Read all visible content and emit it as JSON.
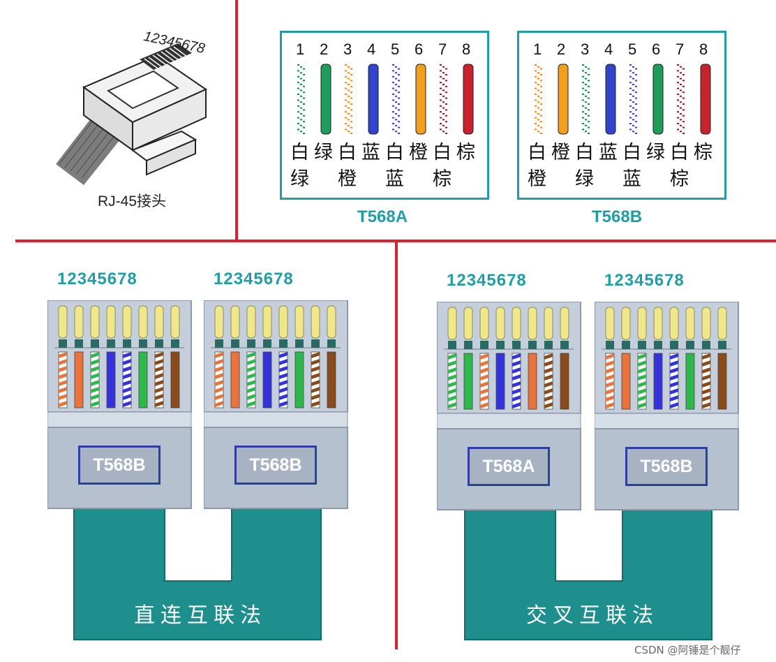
{
  "plug": {
    "pin_numbers": "12345678",
    "label": "RJ-45接头"
  },
  "standards": [
    {
      "title": "T568A",
      "pins": [
        "1",
        "2",
        "3",
        "4",
        "5",
        "6",
        "7",
        "8"
      ],
      "row1": [
        "白",
        "绿",
        "白",
        "蓝",
        "白",
        "橙",
        "白",
        "棕"
      ],
      "row2": [
        "绿",
        "橙",
        "蓝",
        "棕"
      ],
      "wires": [
        {
          "color": "#1a8a4a",
          "striped": true
        },
        {
          "color": "#1e9d5a",
          "striped": false
        },
        {
          "color": "#f08a1e",
          "striped": true
        },
        {
          "color": "#3344cc",
          "striped": false
        },
        {
          "color": "#3344cc",
          "striped": true
        },
        {
          "color": "#f0a01e",
          "striped": false
        },
        {
          "color": "#8b1d2a",
          "striped": true
        },
        {
          "color": "#c8232c",
          "striped": false
        }
      ]
    },
    {
      "title": "T568B",
      "pins": [
        "1",
        "2",
        "3",
        "4",
        "5",
        "6",
        "7",
        "8"
      ],
      "row1": [
        "白",
        "橙",
        "白",
        "蓝",
        "白",
        "绿",
        "白",
        "棕"
      ],
      "row2": [
        "橙",
        "绿",
        "蓝",
        "棕"
      ],
      "wires": [
        {
          "color": "#f08a1e",
          "striped": true
        },
        {
          "color": "#f0a01e",
          "striped": false
        },
        {
          "color": "#1a8a4a",
          "striped": true
        },
        {
          "color": "#3344cc",
          "striped": false
        },
        {
          "color": "#3344cc",
          "striped": true
        },
        {
          "color": "#1e9d5a",
          "striped": false
        },
        {
          "color": "#8b1d2a",
          "striped": true
        },
        {
          "color": "#c8232c",
          "striped": false
        }
      ]
    }
  ],
  "connections": [
    {
      "method": "直连互联法",
      "connectors": [
        {
          "pin_numbers": "12345678",
          "standard": "T568B",
          "wires": [
            [
              "#ffffff",
              "#e8743b"
            ],
            [
              "#e8743b",
              "#e8743b"
            ],
            [
              "#ffffff",
              "#2db84c"
            ],
            [
              "#3333dd",
              "#3333dd"
            ],
            [
              "#ffffff",
              "#3333dd"
            ],
            [
              "#2db84c",
              "#2db84c"
            ],
            [
              "#ffffff",
              "#8a4a1a"
            ],
            [
              "#8a4a1a",
              "#8a4a1a"
            ]
          ]
        },
        {
          "pin_numbers": "12345678",
          "standard": "T568B",
          "wires": [
            [
              "#ffffff",
              "#e8743b"
            ],
            [
              "#e8743b",
              "#e8743b"
            ],
            [
              "#ffffff",
              "#2db84c"
            ],
            [
              "#3333dd",
              "#3333dd"
            ],
            [
              "#ffffff",
              "#3333dd"
            ],
            [
              "#2db84c",
              "#2db84c"
            ],
            [
              "#ffffff",
              "#8a4a1a"
            ],
            [
              "#8a4a1a",
              "#8a4a1a"
            ]
          ]
        }
      ]
    },
    {
      "method": "交叉互联法",
      "connectors": [
        {
          "pin_numbers": "12345678",
          "standard": "T568A",
          "wires": [
            [
              "#ffffff",
              "#2db84c"
            ],
            [
              "#2db84c",
              "#2db84c"
            ],
            [
              "#ffffff",
              "#e8743b"
            ],
            [
              "#3333dd",
              "#3333dd"
            ],
            [
              "#ffffff",
              "#3333dd"
            ],
            [
              "#e8743b",
              "#e8743b"
            ],
            [
              "#ffffff",
              "#8a4a1a"
            ],
            [
              "#8a4a1a",
              "#8a4a1a"
            ]
          ]
        },
        {
          "pin_numbers": "12345678",
          "standard": "T568B",
          "wires": [
            [
              "#ffffff",
              "#e8743b"
            ],
            [
              "#e8743b",
              "#e8743b"
            ],
            [
              "#ffffff",
              "#2db84c"
            ],
            [
              "#3333dd",
              "#3333dd"
            ],
            [
              "#ffffff",
              "#3333dd"
            ],
            [
              "#2db84c",
              "#2db84c"
            ],
            [
              "#ffffff",
              "#8a4a1a"
            ],
            [
              "#8a4a1a",
              "#8a4a1a"
            ]
          ]
        }
      ]
    }
  ],
  "watermark": "CSDN @阿锤是个靓仔",
  "colors": {
    "divider": "#d9232e",
    "teal": "#1f9ea5",
    "cable": "#1e8f8c",
    "connector_body": "#c5cfdc",
    "badge_border": "#2a3fa0"
  }
}
